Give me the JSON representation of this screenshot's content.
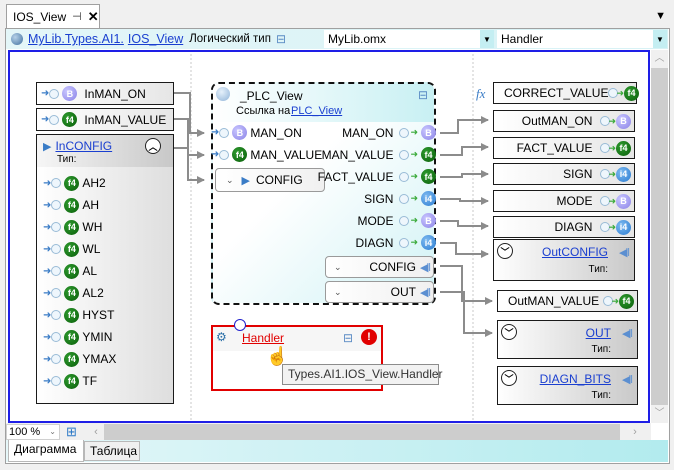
{
  "window": {
    "tab_title": "IOS_View",
    "pin_glyph": "⊣",
    "close_glyph": "✕",
    "menu_glyph": "▾"
  },
  "topbar": {
    "path_part1": "MyLib.Types.AI1.",
    "path_part2": "IOS_View",
    "logical_type_label": "Логический тип",
    "library_combo": "MyLib.omx",
    "handler_combo": "Handler"
  },
  "inputs": {
    "in_man_on": {
      "label": "InMAN_ON",
      "type": "B"
    },
    "in_man_value": {
      "label": "InMAN_VALUE",
      "type": "f4"
    },
    "in_config": {
      "label": "InCONFIG",
      "type_label": "Тип:",
      "fields": [
        {
          "label": "AH2",
          "type": "f4"
        },
        {
          "label": "AH",
          "type": "f4"
        },
        {
          "label": "WH",
          "type": "f4"
        },
        {
          "label": "WL",
          "type": "f4"
        },
        {
          "label": "AL",
          "type": "f4"
        },
        {
          "label": "AL2",
          "type": "f4"
        },
        {
          "label": "HYST",
          "type": "f4"
        },
        {
          "label": "YMIN",
          "type": "f4"
        },
        {
          "label": "YMAX",
          "type": "f4"
        },
        {
          "label": "TF",
          "type": "f4"
        }
      ]
    }
  },
  "plc_view": {
    "title": "_PLC_View",
    "ref_prefix": "Ссылка на",
    "ref_link": "PLC_View",
    "inputs": [
      {
        "label": "MAN_ON",
        "type": "B"
      },
      {
        "label": "MAN_VALUE",
        "type": "f4"
      }
    ],
    "config_in": "CONFIG",
    "outputs": [
      {
        "label": "MAN_ON",
        "type": "B"
      },
      {
        "label": "MAN_VALUE",
        "type": "f4"
      },
      {
        "label": "FACT_VALUE",
        "type": "f4"
      },
      {
        "label": "SIGN",
        "type": "i4"
      },
      {
        "label": "MODE",
        "type": "B"
      },
      {
        "label": "DIAGN",
        "type": "i4"
      }
    ],
    "struct_outputs": [
      "CONFIG",
      "OUT"
    ]
  },
  "handler": {
    "label": "Handler",
    "tooltip": "Types.AI1.IOS_View.Handler",
    "error_glyph": "!"
  },
  "outputs": {
    "correct_value": {
      "label": "CORRECT_VALUE",
      "type": "f4",
      "fx": "fx"
    },
    "simple": [
      {
        "label": "OutMAN_ON",
        "type": "B"
      },
      {
        "label": "FACT_VALUE",
        "type": "f4"
      },
      {
        "label": "SIGN",
        "type": "i4"
      },
      {
        "label": "MODE",
        "type": "B"
      },
      {
        "label": "DIAGN",
        "type": "i4"
      }
    ],
    "out_config": {
      "label": "OutCONFIG",
      "type_label": "Тип:"
    },
    "out_man_value": {
      "label": "OutMAN_VALUE",
      "type": "f4"
    },
    "out": {
      "label": "OUT",
      "type_label": "Тип:"
    },
    "diagn_bits": {
      "label": "DIAGN_BITS",
      "type_label": "Тип:"
    }
  },
  "bottom": {
    "zoom_value": "100 %",
    "view_tabs": [
      "Диаграмма",
      "Таблица"
    ],
    "active_view_tab": "Диаграмма"
  },
  "colors": {
    "canvas_border": "#1e1ee6",
    "error": "#e10000",
    "link": "#1a3fd0",
    "type_B": "#8a82e6",
    "type_f4": "#0a5e0a",
    "type_i4": "#2a7bd1"
  }
}
